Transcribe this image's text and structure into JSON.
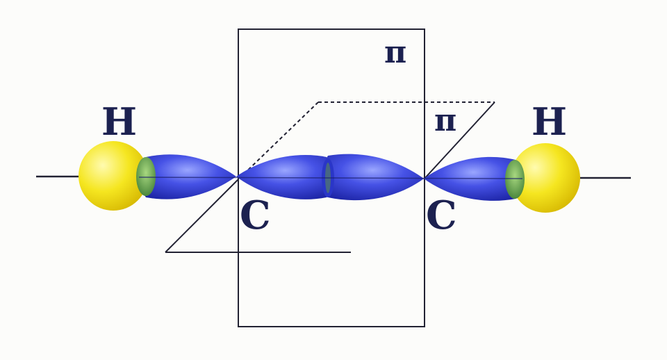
{
  "diagram": {
    "atoms": {
      "h_left": "H",
      "h_right": "H",
      "c_left": "C",
      "c_right": "C"
    },
    "planes": {
      "vertical": "π",
      "horizontal": "π"
    },
    "colors": {
      "hydrogen": "#f2e21a",
      "sigma_lobe": "#3a46d8",
      "overlap": "#5c9a3a",
      "lines": "#222233",
      "labels": "#1c2150"
    }
  }
}
